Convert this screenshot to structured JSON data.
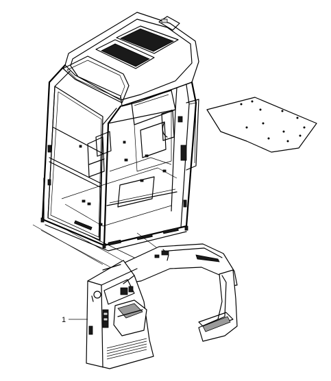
{
  "callouts": [
    {
      "label": "1"
    }
  ],
  "parts": {
    "cab": "operator-cab",
    "floor_mat": "floor-mat",
    "console": "side-console",
    "trim": "dashboard-trim"
  }
}
